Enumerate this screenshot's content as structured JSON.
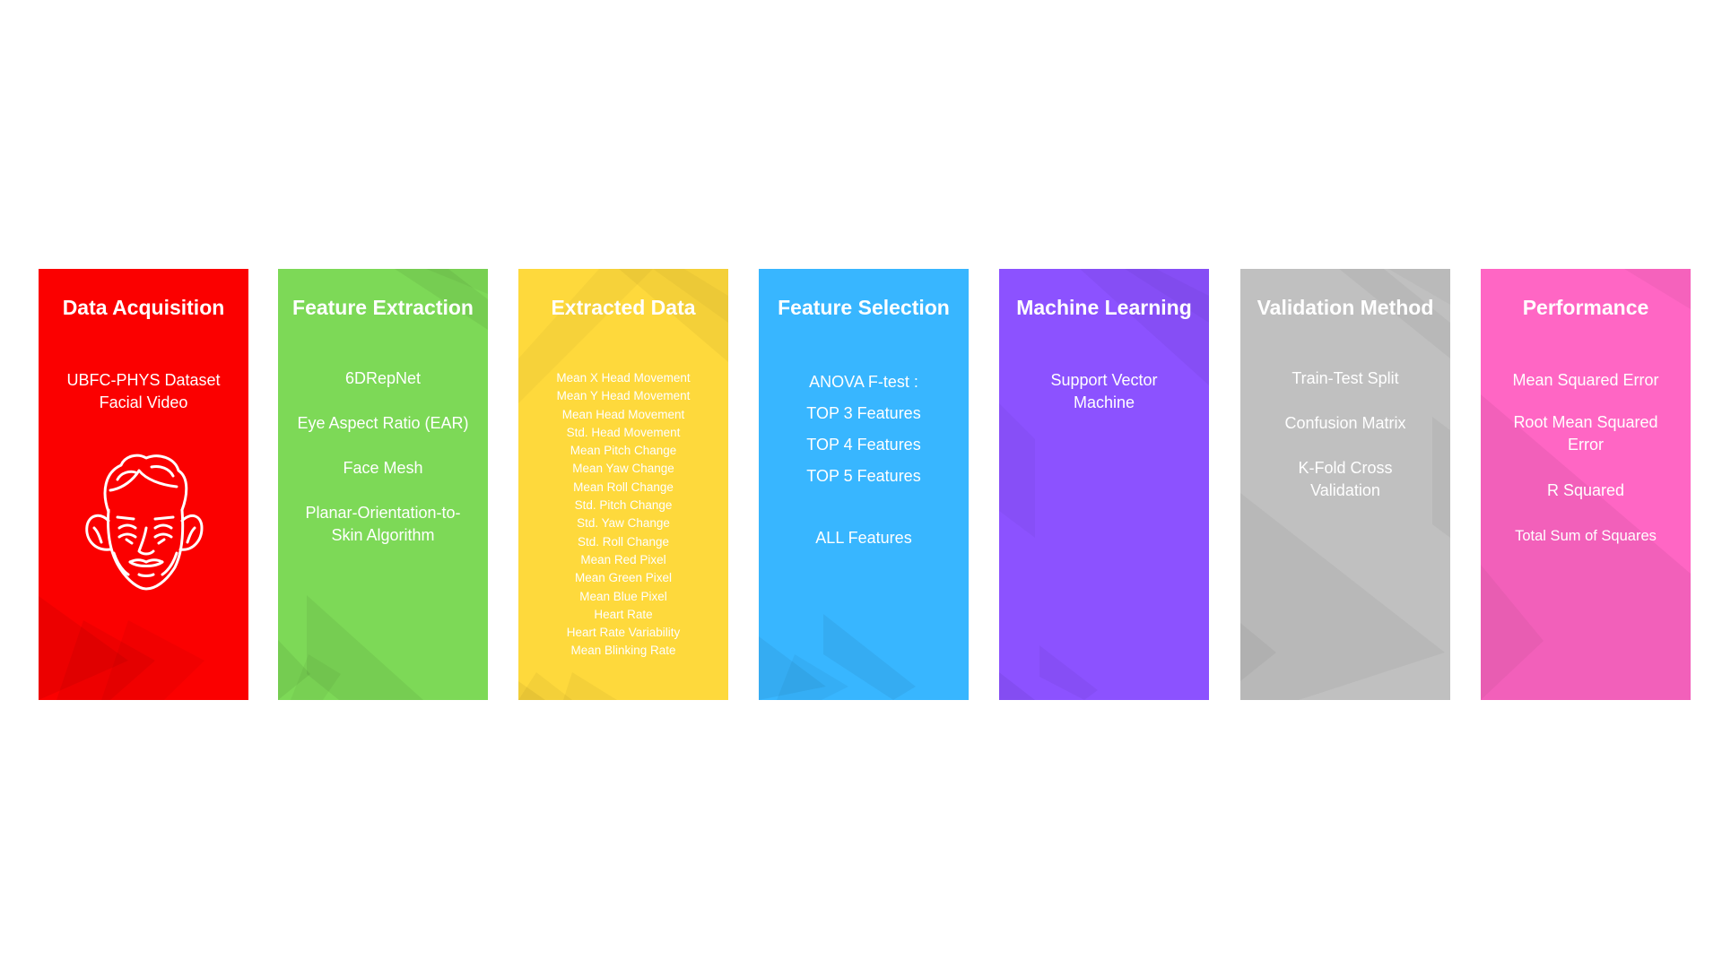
{
  "panels": [
    {
      "title": "Data Acquisition",
      "color": "#fb0000",
      "items": [
        "UBFC-PHYS Dataset\nFacial Video"
      ],
      "icon": "face-outline-icon"
    },
    {
      "title": "Feature Extraction",
      "color": "#7dd957",
      "items": [
        "6DRepNet",
        "Eye Aspect Ratio (EAR)",
        "Face Mesh",
        "Planar-Orientation-to-Skin Algorithm"
      ]
    },
    {
      "title": "Extracted Data",
      "color": "#fed93c",
      "items": [
        "Mean X Head Movement",
        "Mean Y Head Movement",
        "Mean Head Movement",
        "Std. Head Movement",
        "Mean Pitch Change",
        "Mean Yaw Change",
        "Mean Roll Change",
        "Std. Pitch Change",
        "Std. Yaw Change",
        "Std. Roll Change",
        "Mean Red Pixel",
        "Mean Green Pixel",
        "Mean Blue Pixel",
        "Heart Rate",
        "Heart Rate Variability",
        "Mean Blinking Rate"
      ]
    },
    {
      "title": "Feature Selection",
      "color": "#38b6ff",
      "items": [
        "ANOVA F-test :",
        "TOP 3 Features",
        "TOP 4 Features",
        "TOP 5 Features",
        "ALL Features"
      ]
    },
    {
      "title": "Machine Learning",
      "color": "#8c52ff",
      "items": [
        "Support Vector Machine"
      ]
    },
    {
      "title": "Validation Method",
      "color": "#c0c0c0",
      "items": [
        "Train-Test Split",
        "Confusion Matrix",
        "K-Fold Cross Validation"
      ]
    },
    {
      "title": "Performance",
      "color": "#ff66c4",
      "items": [
        "Mean Squared Error",
        "Root Mean Squared Error",
        "R Squared",
        "Total Sum of Squares"
      ]
    }
  ]
}
